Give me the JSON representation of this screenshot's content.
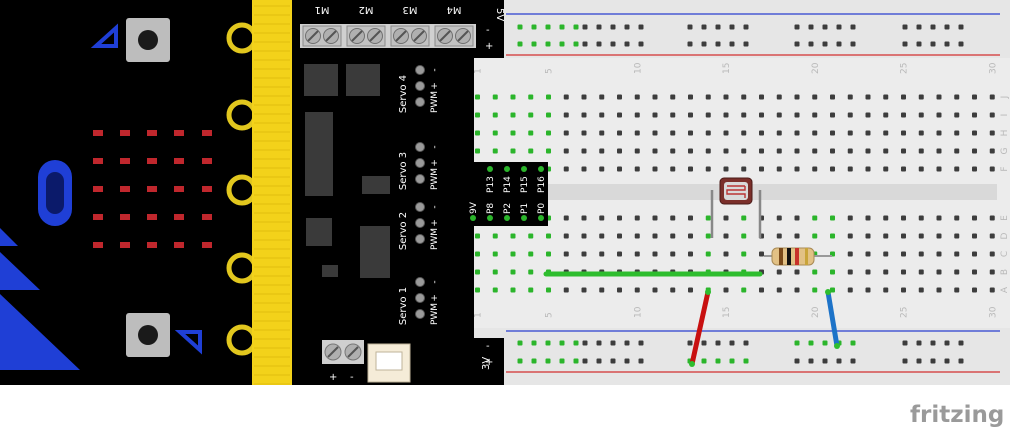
{
  "board": {
    "terminals": [
      "M1",
      "M2",
      "M3",
      "M4"
    ],
    "power_top": "5V",
    "power_bottom": "3V",
    "servos": [
      {
        "label": "Servo 4",
        "pins": [
          "-",
          "+",
          "PWM"
        ]
      },
      {
        "label": "Servo 3",
        "pins": [
          "-",
          "+",
          "PWM"
        ]
      },
      {
        "label": "Servo 2",
        "pins": [
          "-",
          "+",
          "PWM"
        ]
      },
      {
        "label": "Servo 1",
        "pins": [
          "-",
          "+",
          "PWM"
        ]
      }
    ],
    "header_top": [
      "P13",
      "P14",
      "P15",
      "P16"
    ],
    "header_bottom": [
      "9V",
      "P8",
      "P2",
      "P1",
      "P0"
    ],
    "battery_plus": "+",
    "battery_minus": "-",
    "rail_plus": "+",
    "rail_minus": "-"
  },
  "breadboard": {
    "column_numbers": [
      "1",
      "5",
      "10",
      "15",
      "20",
      "25",
      "30"
    ],
    "rows_top": [
      "J",
      "I",
      "H",
      "G",
      "F"
    ],
    "rows_bottom": [
      "E",
      "D",
      "C",
      "B",
      "A"
    ]
  },
  "brand": "fritzing",
  "colors": {
    "board": "#000000",
    "edge_connector": "#f3d21a",
    "screw_terminal": "#d0d0d0",
    "led": "#c0272d",
    "button_blue": "#1f3fd6",
    "wire_green": "#2ebd2e",
    "wire_red": "#c81010",
    "wire_blue": "#1d73c8",
    "rail_red": "#d23030",
    "rail_blue": "#2a3fd0",
    "breadboard": "#e9e9e9"
  }
}
